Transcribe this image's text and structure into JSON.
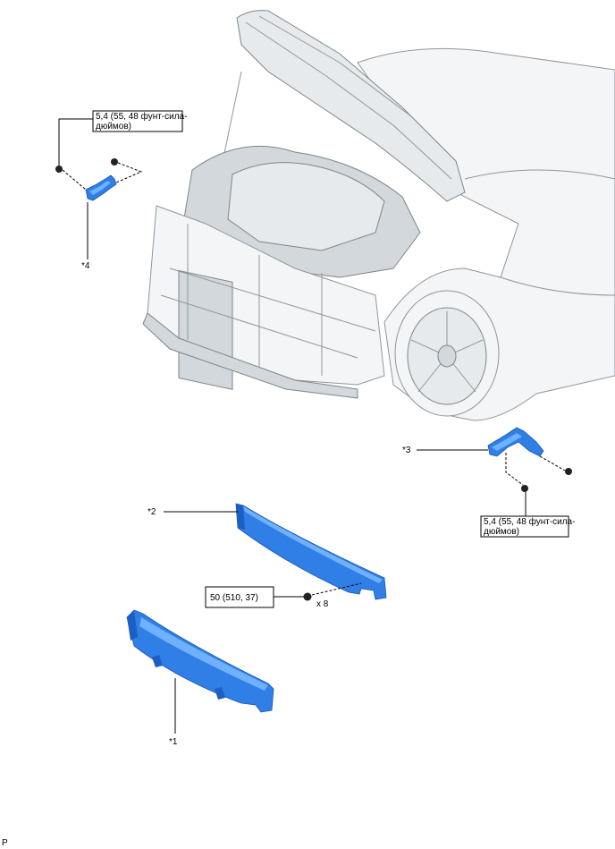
{
  "labels": {
    "part1": "*1",
    "part2": "*2",
    "part3": "*3",
    "part4": "*4"
  },
  "torque": {
    "top_left_line1": "5,4 (55, 48 фунт-сила-",
    "top_left_line2": "дюймов)",
    "right_line1": "5,4 (55, 48 фунт-сила-",
    "right_line2": "дюймов)",
    "center": "50 (510, 37)"
  },
  "quantity": "x 8",
  "footer_code": "P",
  "colors": {
    "part_blue": "#2f7fe6",
    "car_gray": "#e6eaec"
  }
}
